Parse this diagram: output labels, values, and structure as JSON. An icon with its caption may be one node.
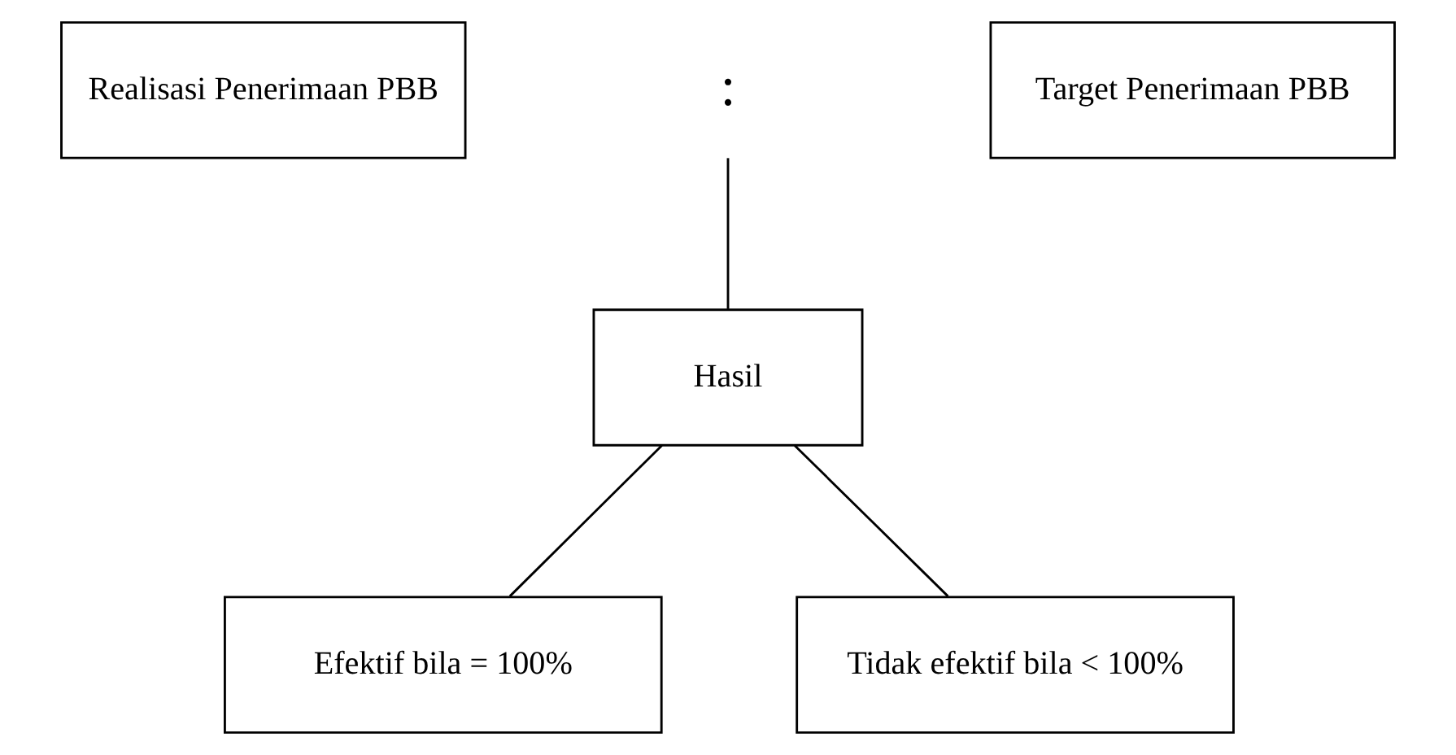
{
  "diagram": {
    "nodes": [
      {
        "text": [
          "Realisasi Penerimaan PBB"
        ]
      },
      {
        "text": [
          ":"
        ]
      },
      {
        "text": [
          "Target Penerimaan PBB"
        ]
      },
      {
        "text": [
          "Hasil"
        ]
      },
      {
        "text": [
          "Efektif bila = 100%"
        ]
      },
      {
        "text": [
          "Tidak efektif bila < 100%"
        ]
      }
    ],
    "edges": [
      {
        "from": 1,
        "to": 3,
        "arrow": "none"
      },
      {
        "from": 3,
        "to": 4,
        "arrow": "none"
      },
      {
        "from": 3,
        "to": 5,
        "arrow": "none"
      }
    ]
  }
}
